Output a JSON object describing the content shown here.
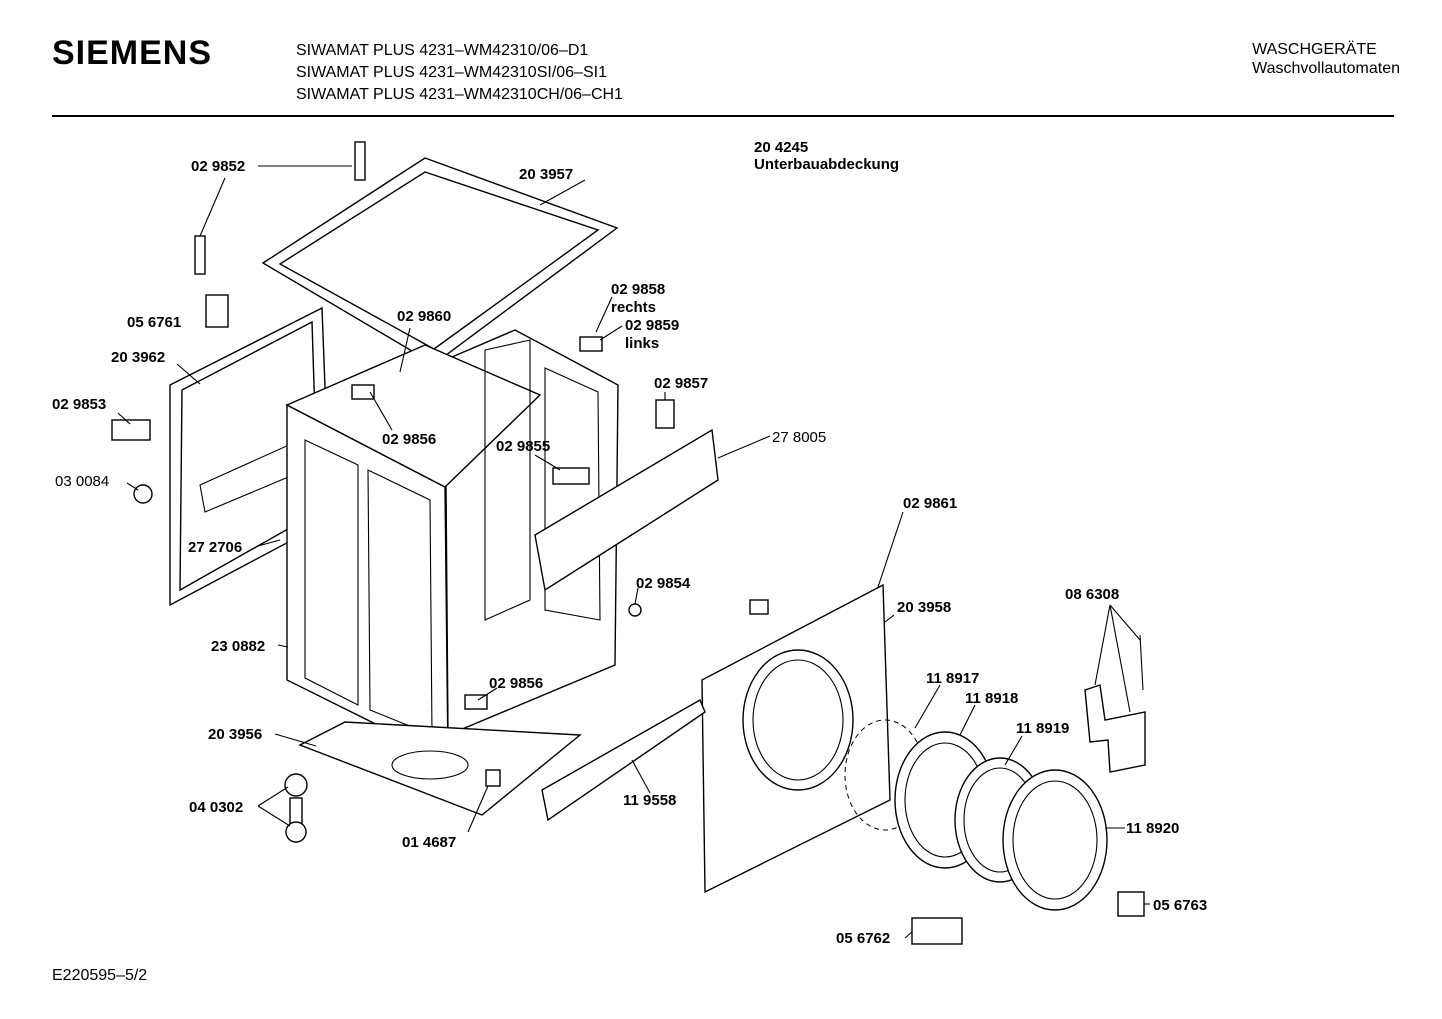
{
  "header": {
    "brand": "SIEMENS",
    "models": [
      "SIWAMAT PLUS 4231–WM42310/06–D1",
      "SIWAMAT PLUS 4231–WM42310SI/06–SI1",
      "SIWAMAT PLUS 4231–WM42310CH/06–CH1"
    ],
    "category": "WASCHGERÄTE",
    "subcategory": "Waschvollautomaten"
  },
  "note": {
    "code": "20 4245",
    "text": "Unterbauabdeckung"
  },
  "parts": [
    "02 9852",
    "20 3957",
    "05 6761",
    "02 9860",
    "02 9858",
    "rechts",
    "02 9859",
    "links",
    "20 3962",
    "02 9853",
    "02 9856",
    "02 9857",
    "02 9855",
    "27 8005",
    "03 0084",
    "27 2706",
    "02 9861",
    "02 9854",
    "20 3958",
    "08 6308",
    "23 0882",
    "02 9856",
    "11 8917",
    "11 8918",
    "11 8919",
    "20 3956",
    "04 0302",
    "01 4687",
    "11 9558",
    "11 8920",
    "05 6763",
    "05 6762"
  ],
  "footer": {
    "doc_ref": "E220595–5/2"
  }
}
